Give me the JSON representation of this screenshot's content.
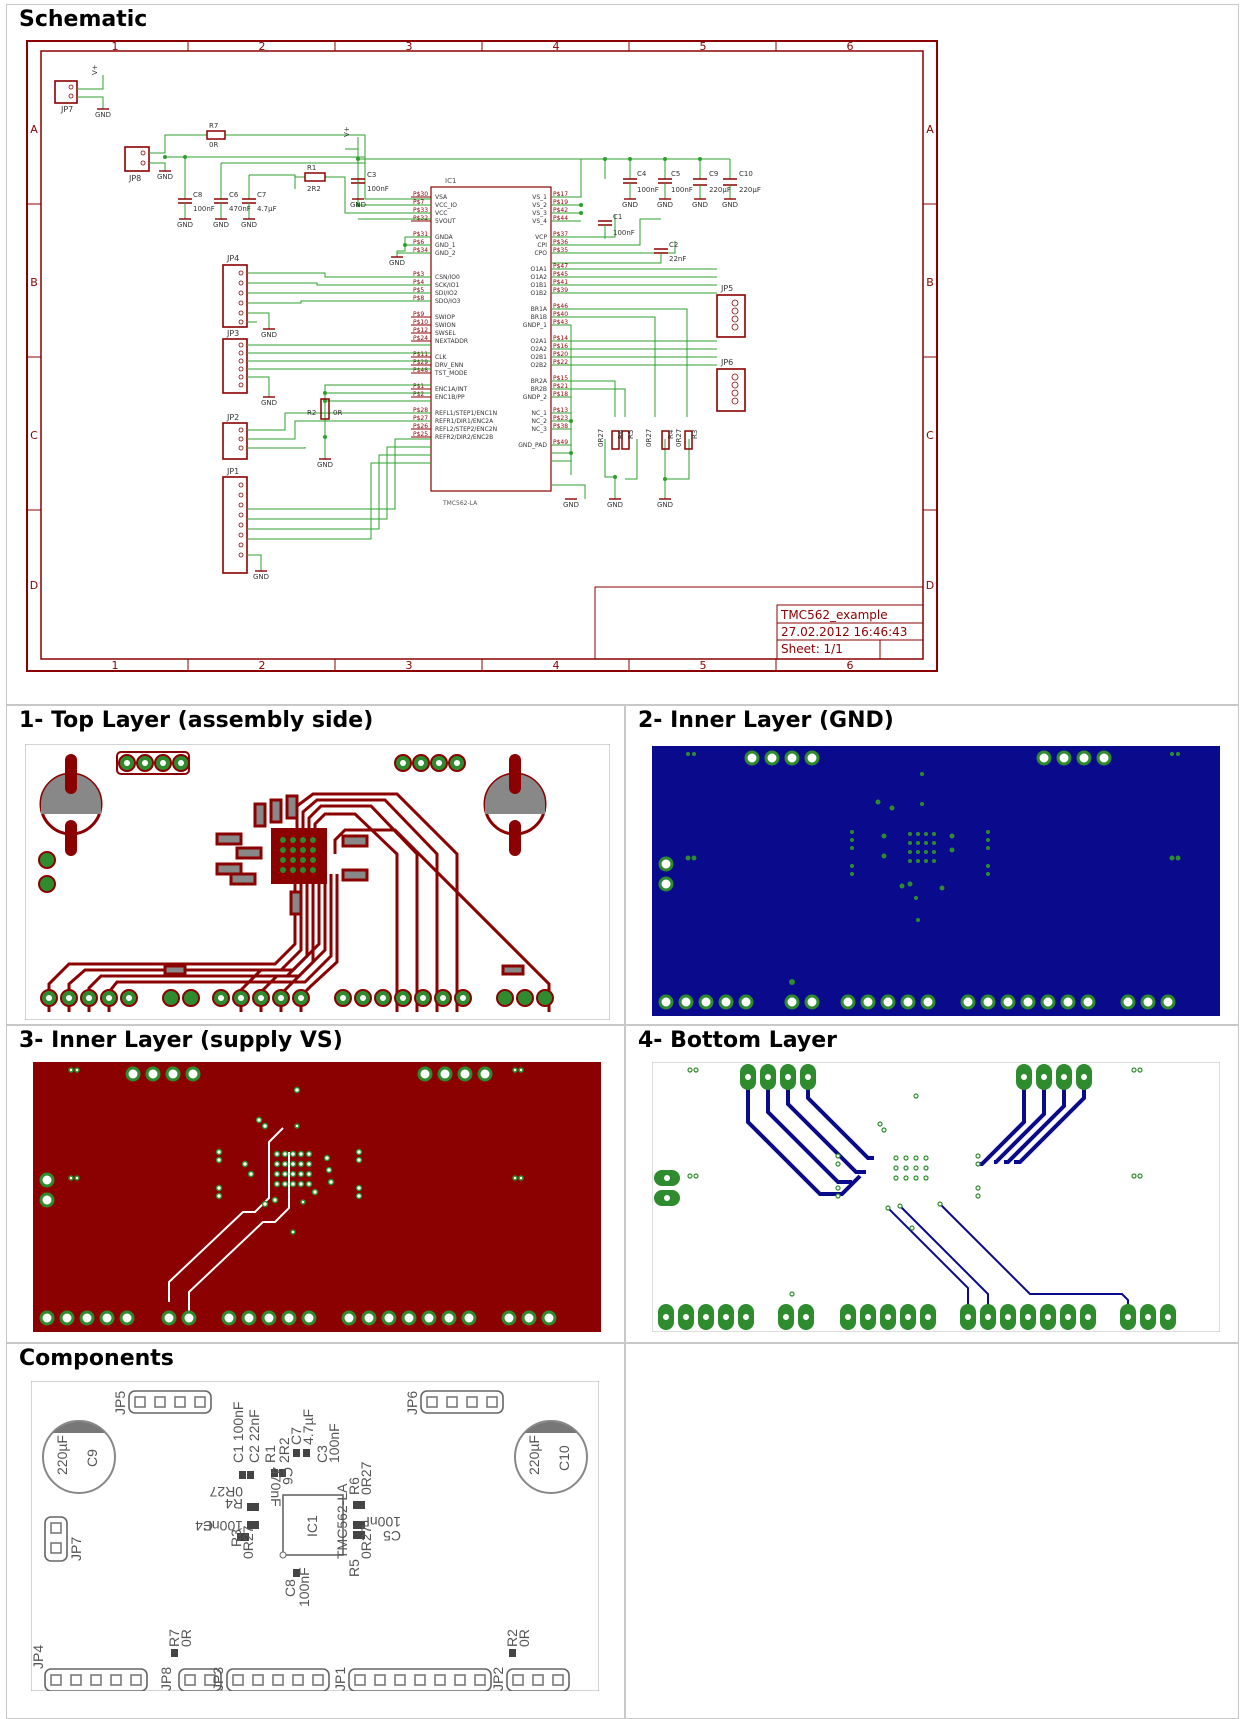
{
  "sections": {
    "schematic": "Schematic",
    "top": "1- Top Layer (assembly side)",
    "gnd": "2- Inner Layer (GND)",
    "vs": "3- Inner Layer (supply VS)",
    "bottom": "4- Bottom Layer",
    "components": "Components"
  },
  "frame": {
    "cols": [
      "1",
      "2",
      "3",
      "4",
      "5",
      "6"
    ],
    "rows": [
      "A",
      "B",
      "C",
      "D"
    ]
  },
  "title_block": {
    "name": "TMC562_example",
    "date": "27.02.2012 16:46:43",
    "sheet": "Sheet: 1/1"
  },
  "ic": {
    "ref": "IC1",
    "part": "TMC562-LA",
    "left_pins": [
      {
        "pad": "P$30",
        "name": "VSA"
      },
      {
        "pad": "P$7",
        "name": "VCC_IO"
      },
      {
        "pad": "P$33",
        "name": "VCC"
      },
      {
        "pad": "P$32",
        "name": "5VOUT"
      },
      {
        "pad": "P$31",
        "name": "GNDA"
      },
      {
        "pad": "P$6",
        "name": "GND_1"
      },
      {
        "pad": "P$34",
        "name": "GND_2"
      },
      {
        "pad": "P$3",
        "name": "CSN/IO0"
      },
      {
        "pad": "P$4",
        "name": "SCK/IO1"
      },
      {
        "pad": "P$5",
        "name": "SDI/IO2"
      },
      {
        "pad": "P$8",
        "name": "SDO/IO3"
      },
      {
        "pad": "P$9",
        "name": "SWIOP"
      },
      {
        "pad": "P$10",
        "name": "SWION"
      },
      {
        "pad": "P$12",
        "name": "SWSEL"
      },
      {
        "pad": "P$24",
        "name": "NEXTADDR"
      },
      {
        "pad": "P$11",
        "name": "CLK"
      },
      {
        "pad": "P$29",
        "name": "DRV_ENN"
      },
      {
        "pad": "P$48",
        "name": "TST_MODE"
      },
      {
        "pad": "P$1",
        "name": "ENC1A/INT"
      },
      {
        "pad": "P$2",
        "name": "ENC1B/PP"
      },
      {
        "pad": "P$28",
        "name": "REFL1/STEP1/ENC1N"
      },
      {
        "pad": "P$27",
        "name": "REFR1/DIR1/ENC2A"
      },
      {
        "pad": "P$26",
        "name": "REFL2/STEP2/ENC2N"
      },
      {
        "pad": "P$25",
        "name": "REFR2/DIR2/ENC2B"
      }
    ],
    "right_pins": [
      {
        "pad": "P$17",
        "name": "VS_1"
      },
      {
        "pad": "P$19",
        "name": "VS_2"
      },
      {
        "pad": "P$42",
        "name": "VS_3"
      },
      {
        "pad": "P$44",
        "name": "VS_4"
      },
      {
        "pad": "P$37",
        "name": "VCP"
      },
      {
        "pad": "P$36",
        "name": "CPI"
      },
      {
        "pad": "P$35",
        "name": "CPO"
      },
      {
        "pad": "P$47",
        "name": "O1A1"
      },
      {
        "pad": "P$45",
        "name": "O1A2"
      },
      {
        "pad": "P$41",
        "name": "O1B1"
      },
      {
        "pad": "P$39",
        "name": "O1B2"
      },
      {
        "pad": "P$46",
        "name": "BR1A"
      },
      {
        "pad": "P$40",
        "name": "BR1B"
      },
      {
        "pad": "P$43",
        "name": "GNDP_1"
      },
      {
        "pad": "P$14",
        "name": "O2A1"
      },
      {
        "pad": "P$16",
        "name": "O2A2"
      },
      {
        "pad": "P$20",
        "name": "O2B1"
      },
      {
        "pad": "P$22",
        "name": "O2B2"
      },
      {
        "pad": "P$15",
        "name": "BR2A"
      },
      {
        "pad": "P$21",
        "name": "BR2B"
      },
      {
        "pad": "P$18",
        "name": "GNDP_2"
      },
      {
        "pad": "P$13",
        "name": "NC_1"
      },
      {
        "pad": "P$23",
        "name": "NC_2"
      },
      {
        "pad": "P$38",
        "name": "NC_3"
      },
      {
        "pad": "P$49",
        "name": "GND_PAD"
      }
    ]
  },
  "parts": {
    "jp7": "JP7",
    "jp8": "JP8",
    "jp4": "JP4",
    "jp3": "JP3",
    "jp2": "JP2",
    "jp1": "JP1",
    "jp5": "JP5",
    "jp6": "JP6",
    "r7": "R7",
    "r7v": "0R",
    "r1": "R1",
    "r1v": "2R2",
    "r2": "R2",
    "r2v": "0R",
    "c8": "C8",
    "c8v": "100nF",
    "c6": "C6",
    "c6v": "470nF",
    "c7": "C7",
    "c7v": "4.7µF",
    "c3": "C3",
    "c3v": "100nF",
    "c1": "C1",
    "c1v": "100nF",
    "c2": "C2",
    "c2v": "22nF",
    "c4": "C4",
    "c4v": "100nF",
    "c5": "C5",
    "c5v": "100nF",
    "c9": "C9",
    "c9v": "220µF",
    "c10": "C10",
    "c10v": "220µF",
    "r3": "R3",
    "r4": "R4",
    "r5": "R5",
    "r6": "R6",
    "rv": "0R27",
    "gnd": "GND",
    "vplus": "V+"
  },
  "silk": {
    "c1": "C1 100nF",
    "c2": "C2 22nF",
    "r1": "R1",
    "r1v": "2R2",
    "c7": "C7",
    "c7v": "4.7µF",
    "c3": "C3",
    "c3v": "100nF",
    "c6": "C6",
    "c6v": "470nF",
    "r6": "R6",
    "r6v": "0R27",
    "r4": "R4",
    "r4v": "0R27",
    "c4": "C4",
    "c4v": "100nF",
    "c5": "C5",
    "c5v": "100nF",
    "r3": "R3",
    "r3v": "0R27",
    "r5": "R5",
    "r5v": "0R27",
    "c8": "C8",
    "c8v": "100nF",
    "ic1": "IC1",
    "ic1p": "TMC562-LA",
    "c9": "C9",
    "c9v": "220µF",
    "c10": "C10",
    "c10v": "220µF",
    "jp7": "JP7",
    "jp5": "JP5",
    "jp6": "JP6",
    "jp4": "JP4",
    "jp8": "JP8",
    "jp3": "JP3",
    "jp1": "JP1",
    "jp2": "JP2",
    "r7": "R7",
    "r7v": "0R",
    "r2": "R2",
    "r2v": "0R"
  },
  "colors": {
    "frame": "#8b0000",
    "wire": "#2ca02c",
    "sym": "#8b0000",
    "copper_top": "#8b0000",
    "gnd_plane": "#0a0a8c",
    "vs_plane": "#8b0000",
    "bottom_trace": "#0a0a8c",
    "pad": "#2e8b2e"
  }
}
